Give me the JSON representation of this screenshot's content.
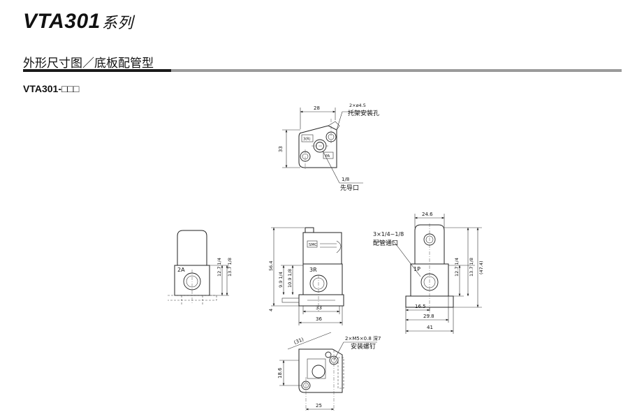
{
  "header": {
    "title_main": "VTA301",
    "title_suffix": "系列",
    "subtitle": "外形尺寸图／底板配管型",
    "model": "VTA301-□□□"
  },
  "top_view": {
    "dim_width": "28",
    "dim_height": "33",
    "callout_holes_spec": "2×ø4.5",
    "callout_holes_label": "托架安装孔",
    "callout_pilot_spec": "1/8",
    "callout_pilot_label": "先导口",
    "badge_left": "3(R)",
    "badge_right": "PA"
  },
  "side_left": {
    "port_label": "2A",
    "dim_thread": "12.7 1/4",
    "dim_thread2": "13.7 1/8"
  },
  "front_view": {
    "dim_overall": "56.4",
    "dim_a": "9.9 1/4",
    "dim_b": "10.9 1/8",
    "dim_base": "4",
    "dim_inner_width": "33",
    "dim_outer_width": "36",
    "port_label": "3R",
    "badge": "SMC"
  },
  "side_right": {
    "dim_top": "24.6",
    "callout_spec": "3×1/4~1/8",
    "callout_label": "配管通口",
    "port_label": "1P",
    "dim_thread": "12.7 1/4",
    "dim_thread2": "13.7 1/8",
    "dim_ref": "(47.4)",
    "dim_165": "16.5",
    "dim_298": "29.8",
    "dim_41": "41"
  },
  "bottom_view": {
    "dim_diag": "(31)",
    "callout_spec": "2×M5×0.8 深7",
    "callout_label": "安装螺钉",
    "dim_height": "18.6",
    "dim_width": "25"
  }
}
